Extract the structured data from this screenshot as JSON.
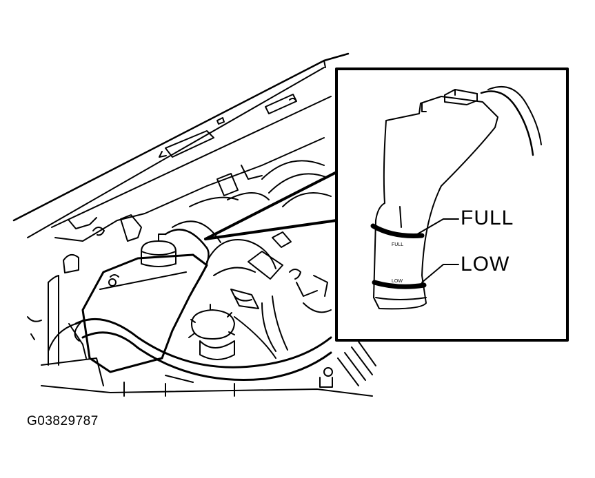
{
  "diagram": {
    "callouts": {
      "full": "FULL",
      "low": "LOW"
    },
    "reservoir_marks": {
      "full": "FULL",
      "low": "LOW"
    },
    "figure_code": "G03829787"
  }
}
